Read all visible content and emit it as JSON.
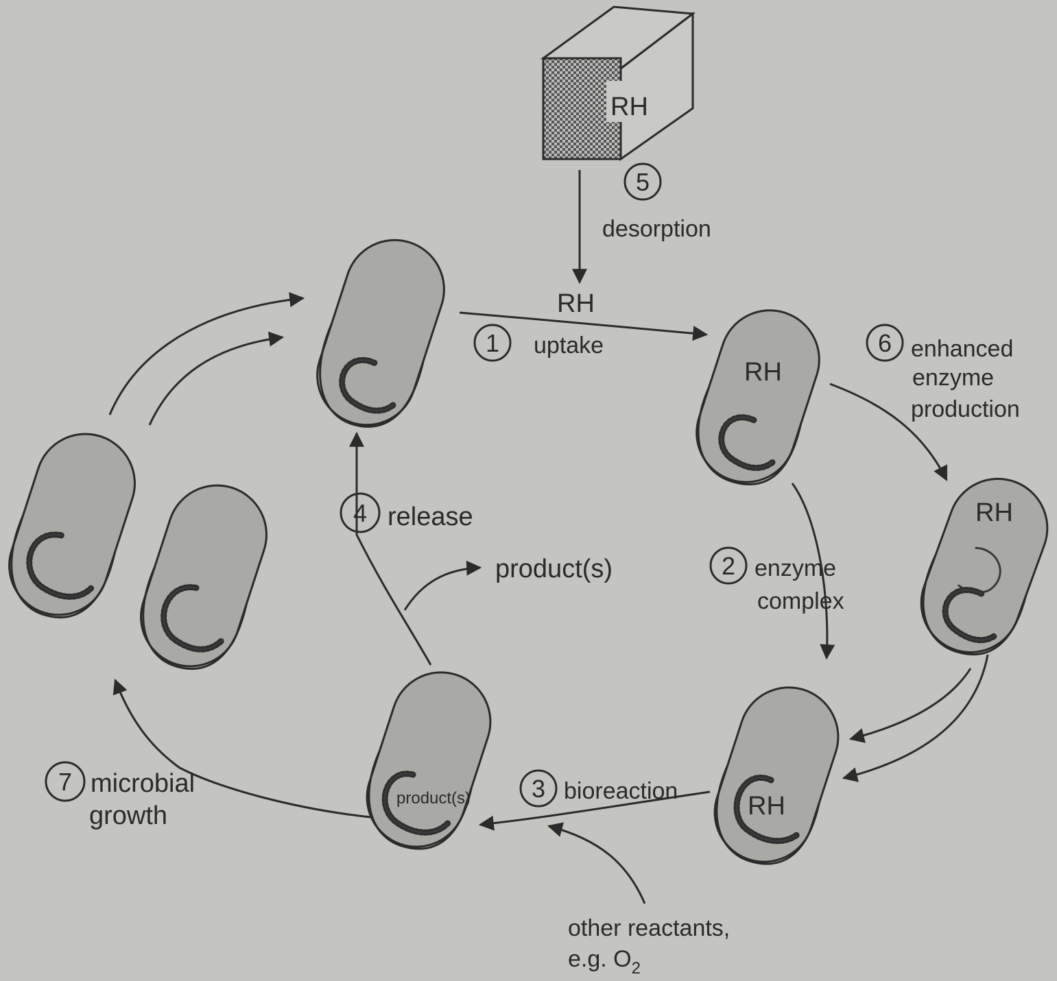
{
  "box_label": "RH",
  "steps": {
    "uptake": {
      "num": "1",
      "label": "uptake"
    },
    "enzyme_complex": {
      "num": "2",
      "line1": "enzyme",
      "line2": "complex"
    },
    "bioreaction": {
      "num": "3",
      "label": "bioreaction"
    },
    "release": {
      "num": "4",
      "label": "release"
    },
    "desorption": {
      "num": "5",
      "label": "desorption"
    },
    "enhanced": {
      "num": "6",
      "line1": "enhanced",
      "line2": "enzyme",
      "line3": "production"
    },
    "growth": {
      "num": "7",
      "line1": "microbial",
      "line2": "growth"
    }
  },
  "labels": {
    "rh_free": "RH",
    "rh_cell_a": "RH",
    "rh_cell_b": "RH",
    "rh_cell_c": "RH",
    "products_out": "product(s)",
    "products_in": "product(s)",
    "reactants_line1": "other reactants,",
    "reactants_line2": "e.g. O",
    "reactants_sub": "2"
  }
}
